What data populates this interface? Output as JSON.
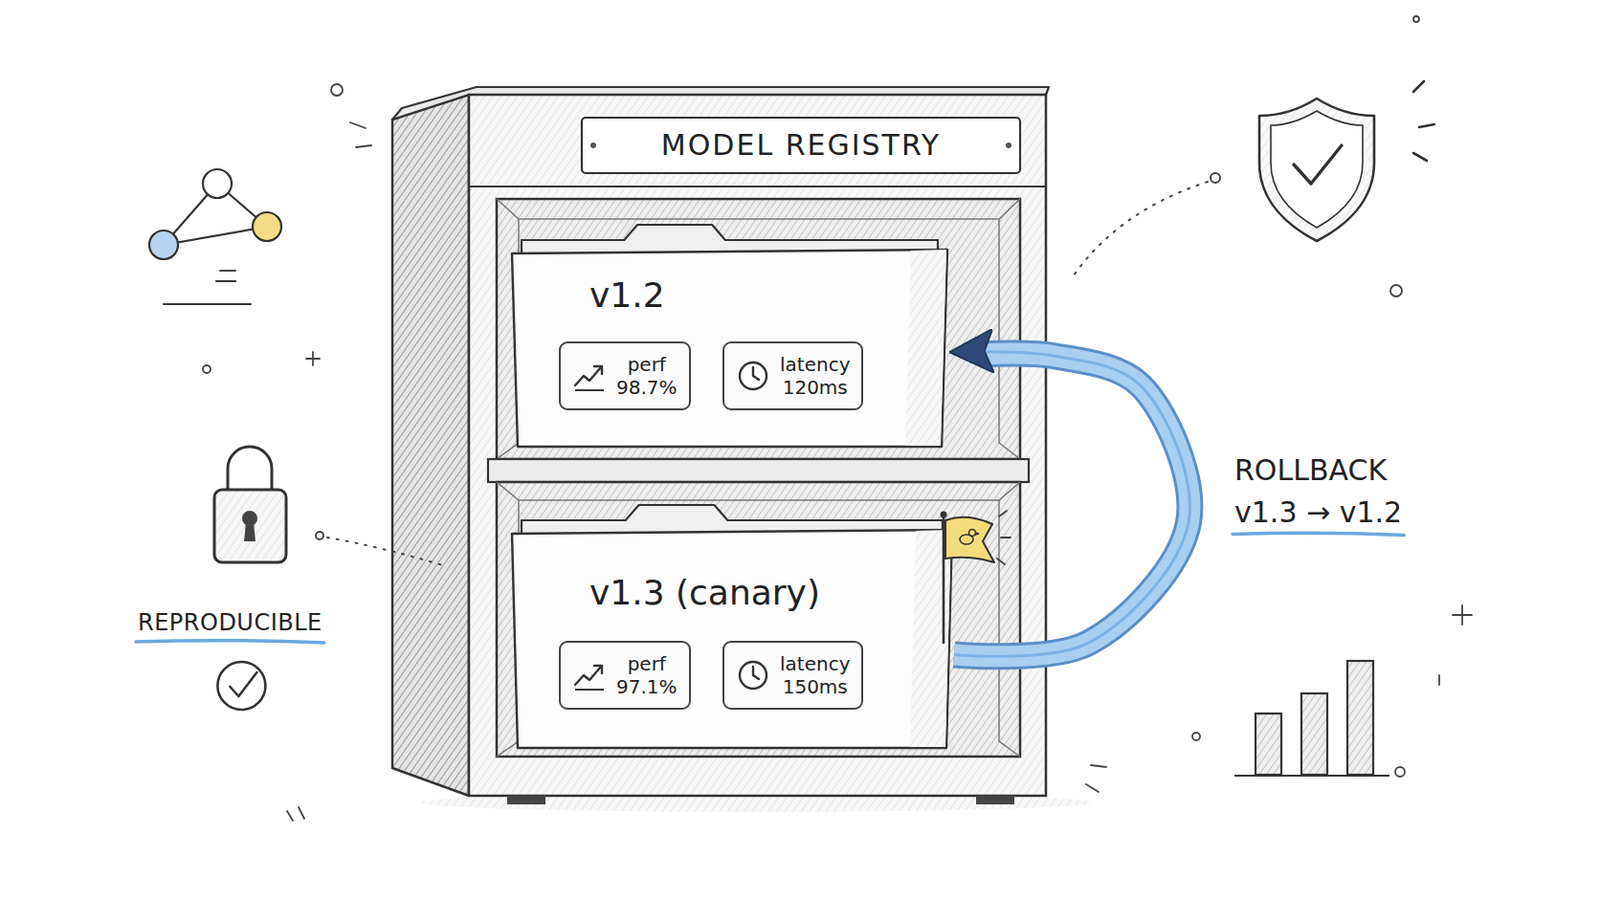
{
  "diagram": {
    "nodes": [
      {
        "text": [
          "MODEL REGISTRY"
        ]
      },
      {
        "text": [
          "v1.2"
        ],
        "in": 0
      },
      {
        "text": [
          "perf 98.7%"
        ],
        "in": 1
      },
      {
        "text": [
          "latency 120ms"
        ],
        "in": 1
      },
      {
        "text": [
          "v1.3 (canary)"
        ],
        "in": 0
      },
      {
        "text": [
          "perf 97.1%"
        ],
        "in": 4
      },
      {
        "text": [
          "latency 150ms"
        ],
        "in": 4
      }
    ],
    "edges": [
      {
        "from": 4,
        "to": 1,
        "arrow": "to",
        "label": "ROLLBACK v1.3 → v1.2"
      }
    ],
    "labels": [
      "REPRODUCIBLE"
    ]
  }
}
